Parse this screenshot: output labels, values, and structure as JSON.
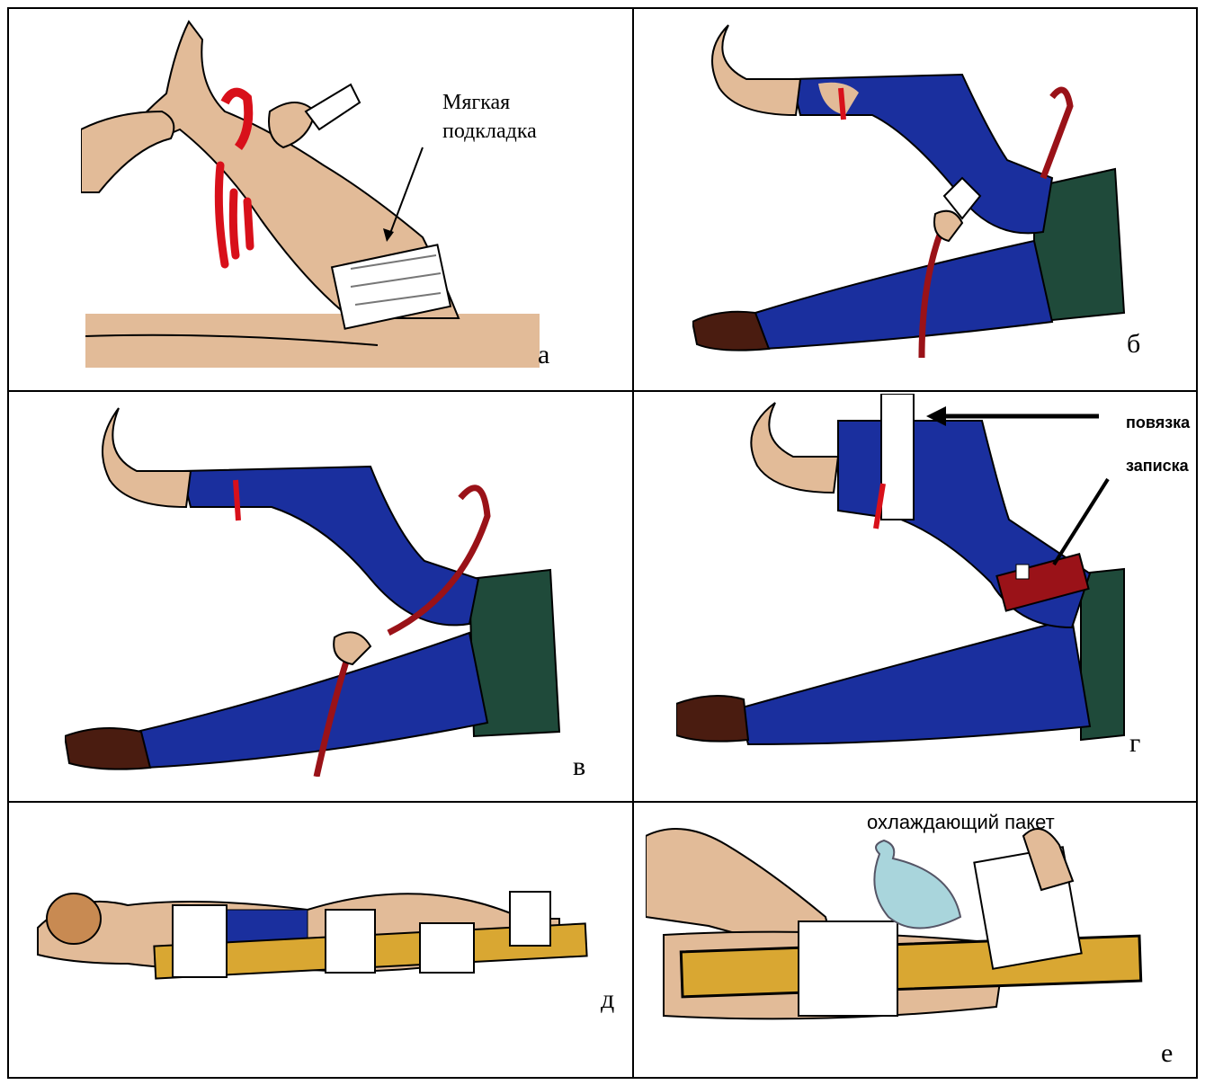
{
  "panels": {
    "a": {
      "letter": "а",
      "note_line1": "Мягкая",
      "note_line2": "подкладка"
    },
    "b": {
      "letter": "б"
    },
    "v": {
      "letter": "в"
    },
    "g": {
      "letter": "г",
      "label_bandage": "повязка",
      "label_note": "записка"
    },
    "d": {
      "letter": "д"
    },
    "e": {
      "letter": "е",
      "label_cooling": "охлаждающий пакет"
    }
  },
  "colors": {
    "skin": "#e2bb98",
    "blood": "#d8101a",
    "trousers": "#1a2f9e",
    "jacket": "#1f4a3a",
    "tourniquet": "#9a1218",
    "splint": "#d9a732",
    "bandage": "#ffffff",
    "shoe": "#4a1c10"
  }
}
